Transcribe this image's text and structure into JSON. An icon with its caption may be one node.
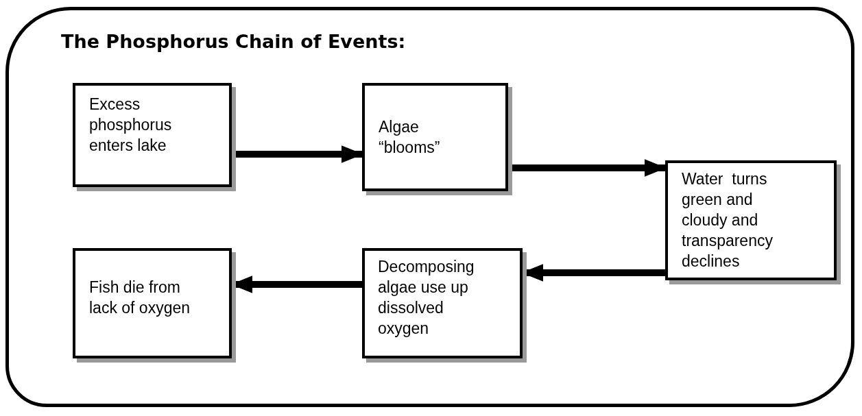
{
  "diagram": {
    "title": "The Phosphorus Chain of Events:",
    "nodes": [
      {
        "text": [
          "Excess phosphorus enters lake"
        ]
      },
      {
        "text": [
          "Algae “blooms”"
        ]
      },
      {
        "text": [
          "Water  turns green and cloudy and transparency declines"
        ]
      },
      {
        "text": [
          "Decomposing algae use up dissolved oxygen"
        ]
      },
      {
        "text": [
          "Fish die from lack of oxygen"
        ]
      }
    ],
    "edges": [
      {
        "from": 0,
        "to": 1,
        "arrow": "to"
      },
      {
        "from": 1,
        "to": 2,
        "arrow": "to"
      },
      {
        "from": 2,
        "to": 3,
        "arrow": "to"
      },
      {
        "from": 3,
        "to": 4,
        "arrow": "to"
      }
    ]
  }
}
